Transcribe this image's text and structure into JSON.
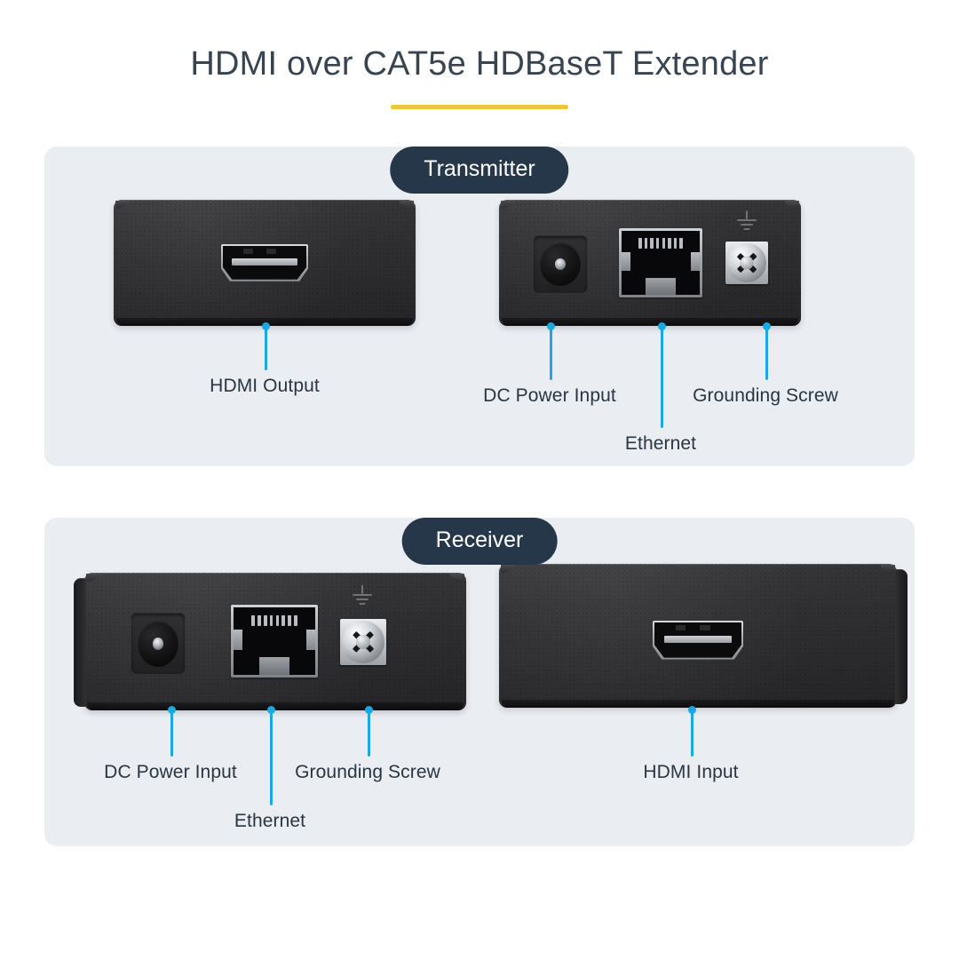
{
  "header": {
    "title": "HDMI over CAT5e HDBaseT Extender",
    "accent_rule_color": "#f0c33c"
  },
  "theme": {
    "page_background": "#ffffff",
    "card_background": "#eaeef3",
    "badge_background": "#27374a",
    "badge_text_color": "#ffffff",
    "leader_line_color": "#1ba7e0",
    "label_text_color": "#2a3542",
    "device_body_color": "#2e2e30"
  },
  "sections": [
    {
      "badge": "Transmitter",
      "devices": [
        {
          "name": "transmitter-front-panel",
          "ports": [
            "hdmi-output"
          ]
        },
        {
          "name": "transmitter-rear-panel",
          "ports": [
            "dc-power-input",
            "ethernet",
            "grounding-screw"
          ]
        }
      ],
      "callouts": [
        {
          "label": "HDMI Output",
          "port": "hdmi-output"
        },
        {
          "label": "DC Power Input",
          "port": "dc-power-input"
        },
        {
          "label": "Ethernet",
          "port": "ethernet"
        },
        {
          "label": "Grounding Screw",
          "port": "grounding-screw"
        }
      ]
    },
    {
      "badge": "Receiver",
      "devices": [
        {
          "name": "receiver-rear-panel",
          "ports": [
            "dc-power-input",
            "ethernet",
            "grounding-screw"
          ]
        },
        {
          "name": "receiver-front-panel",
          "ports": [
            "hdmi-input"
          ]
        }
      ],
      "callouts": [
        {
          "label": "DC Power Input",
          "port": "dc-power-input"
        },
        {
          "label": "Ethernet",
          "port": "ethernet"
        },
        {
          "label": "Grounding Screw",
          "port": "grounding-screw"
        },
        {
          "label": "HDMI Input",
          "port": "hdmi-input"
        }
      ]
    }
  ]
}
